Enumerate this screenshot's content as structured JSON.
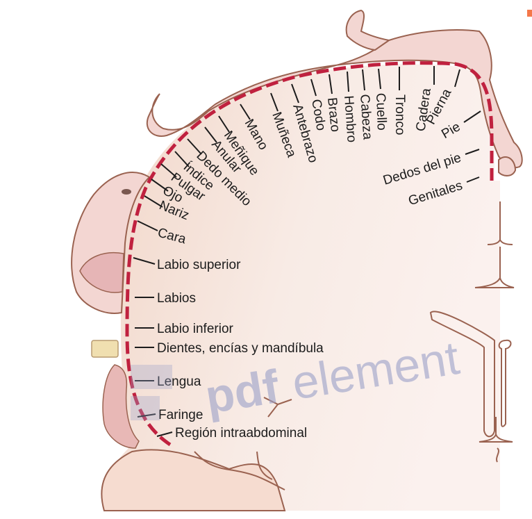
{
  "figure": {
    "title": "Homúnculo sensitivo",
    "colors": {
      "cortex_fill": "#f6e4dc",
      "body_fill": "#f3d6d2",
      "outline": "#9a6250",
      "dash": "#c0213f",
      "leader": "#1c1c1c",
      "watermark": "#9aa0c8",
      "corner_badge": "#f4784a"
    },
    "labels": [
      {
        "id": "pie-dedos",
        "text": "Dedos del pie"
      },
      {
        "id": "genitales",
        "text": "Genitales"
      },
      {
        "id": "pie",
        "text": "Pie"
      },
      {
        "id": "pierna",
        "text": "Pierna"
      },
      {
        "id": "cadera",
        "text": "Cadera"
      },
      {
        "id": "tronco",
        "text": "Tronco"
      },
      {
        "id": "cuello",
        "text": "Cuello"
      },
      {
        "id": "cabeza",
        "text": "Cabeza"
      },
      {
        "id": "hombro",
        "text": "Hombro"
      },
      {
        "id": "brazo",
        "text": "Brazo"
      },
      {
        "id": "codo",
        "text": "Codo"
      },
      {
        "id": "antebrazo",
        "text": "Antebrazo"
      },
      {
        "id": "muneca",
        "text": "Muñeca"
      },
      {
        "id": "mano",
        "text": "Mano"
      },
      {
        "id": "menique",
        "text": "Meñique"
      },
      {
        "id": "anular",
        "text": "Anular"
      },
      {
        "id": "dedo-medio",
        "text": "Dedo medio"
      },
      {
        "id": "indice",
        "text": "Índice"
      },
      {
        "id": "pulgar",
        "text": "Pulgar"
      },
      {
        "id": "ojo",
        "text": "Ojo"
      },
      {
        "id": "nariz",
        "text": "Nariz"
      },
      {
        "id": "cara",
        "text": "Cara"
      },
      {
        "id": "labio-superior",
        "text": "Labio superior"
      },
      {
        "id": "labios",
        "text": "Labios"
      },
      {
        "id": "labio-inferior",
        "text": "Labio inferior"
      },
      {
        "id": "dientes",
        "text": "Dientes, encías y mandíbula"
      },
      {
        "id": "lengua",
        "text": "Lengua"
      },
      {
        "id": "faringe",
        "text": "Faringe"
      },
      {
        "id": "intraabdominal",
        "text": "Región intraabdominal"
      }
    ]
  },
  "watermark": {
    "bold": "pdf",
    "light": "element"
  }
}
